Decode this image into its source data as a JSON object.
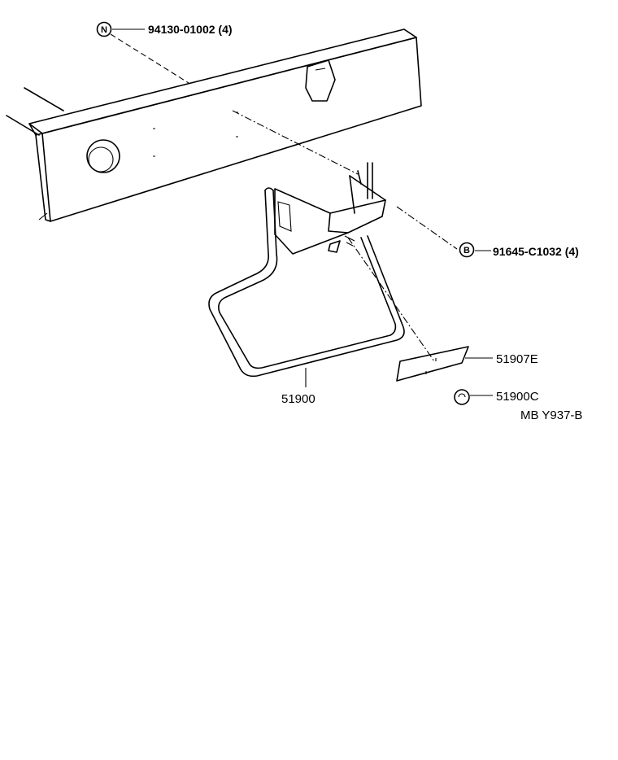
{
  "callouts": {
    "bolt_n": {
      "symbol": "N",
      "part_number": "94130-01002 (4)"
    },
    "bolt_b": {
      "symbol": "B",
      "part_number": "91645-C1032 (4)"
    },
    "carrier": {
      "part_number": "51900"
    },
    "plate": {
      "part_number": "51907E"
    },
    "nut": {
      "part_number": "51900C"
    }
  },
  "figure_code": "MB Y937-B"
}
